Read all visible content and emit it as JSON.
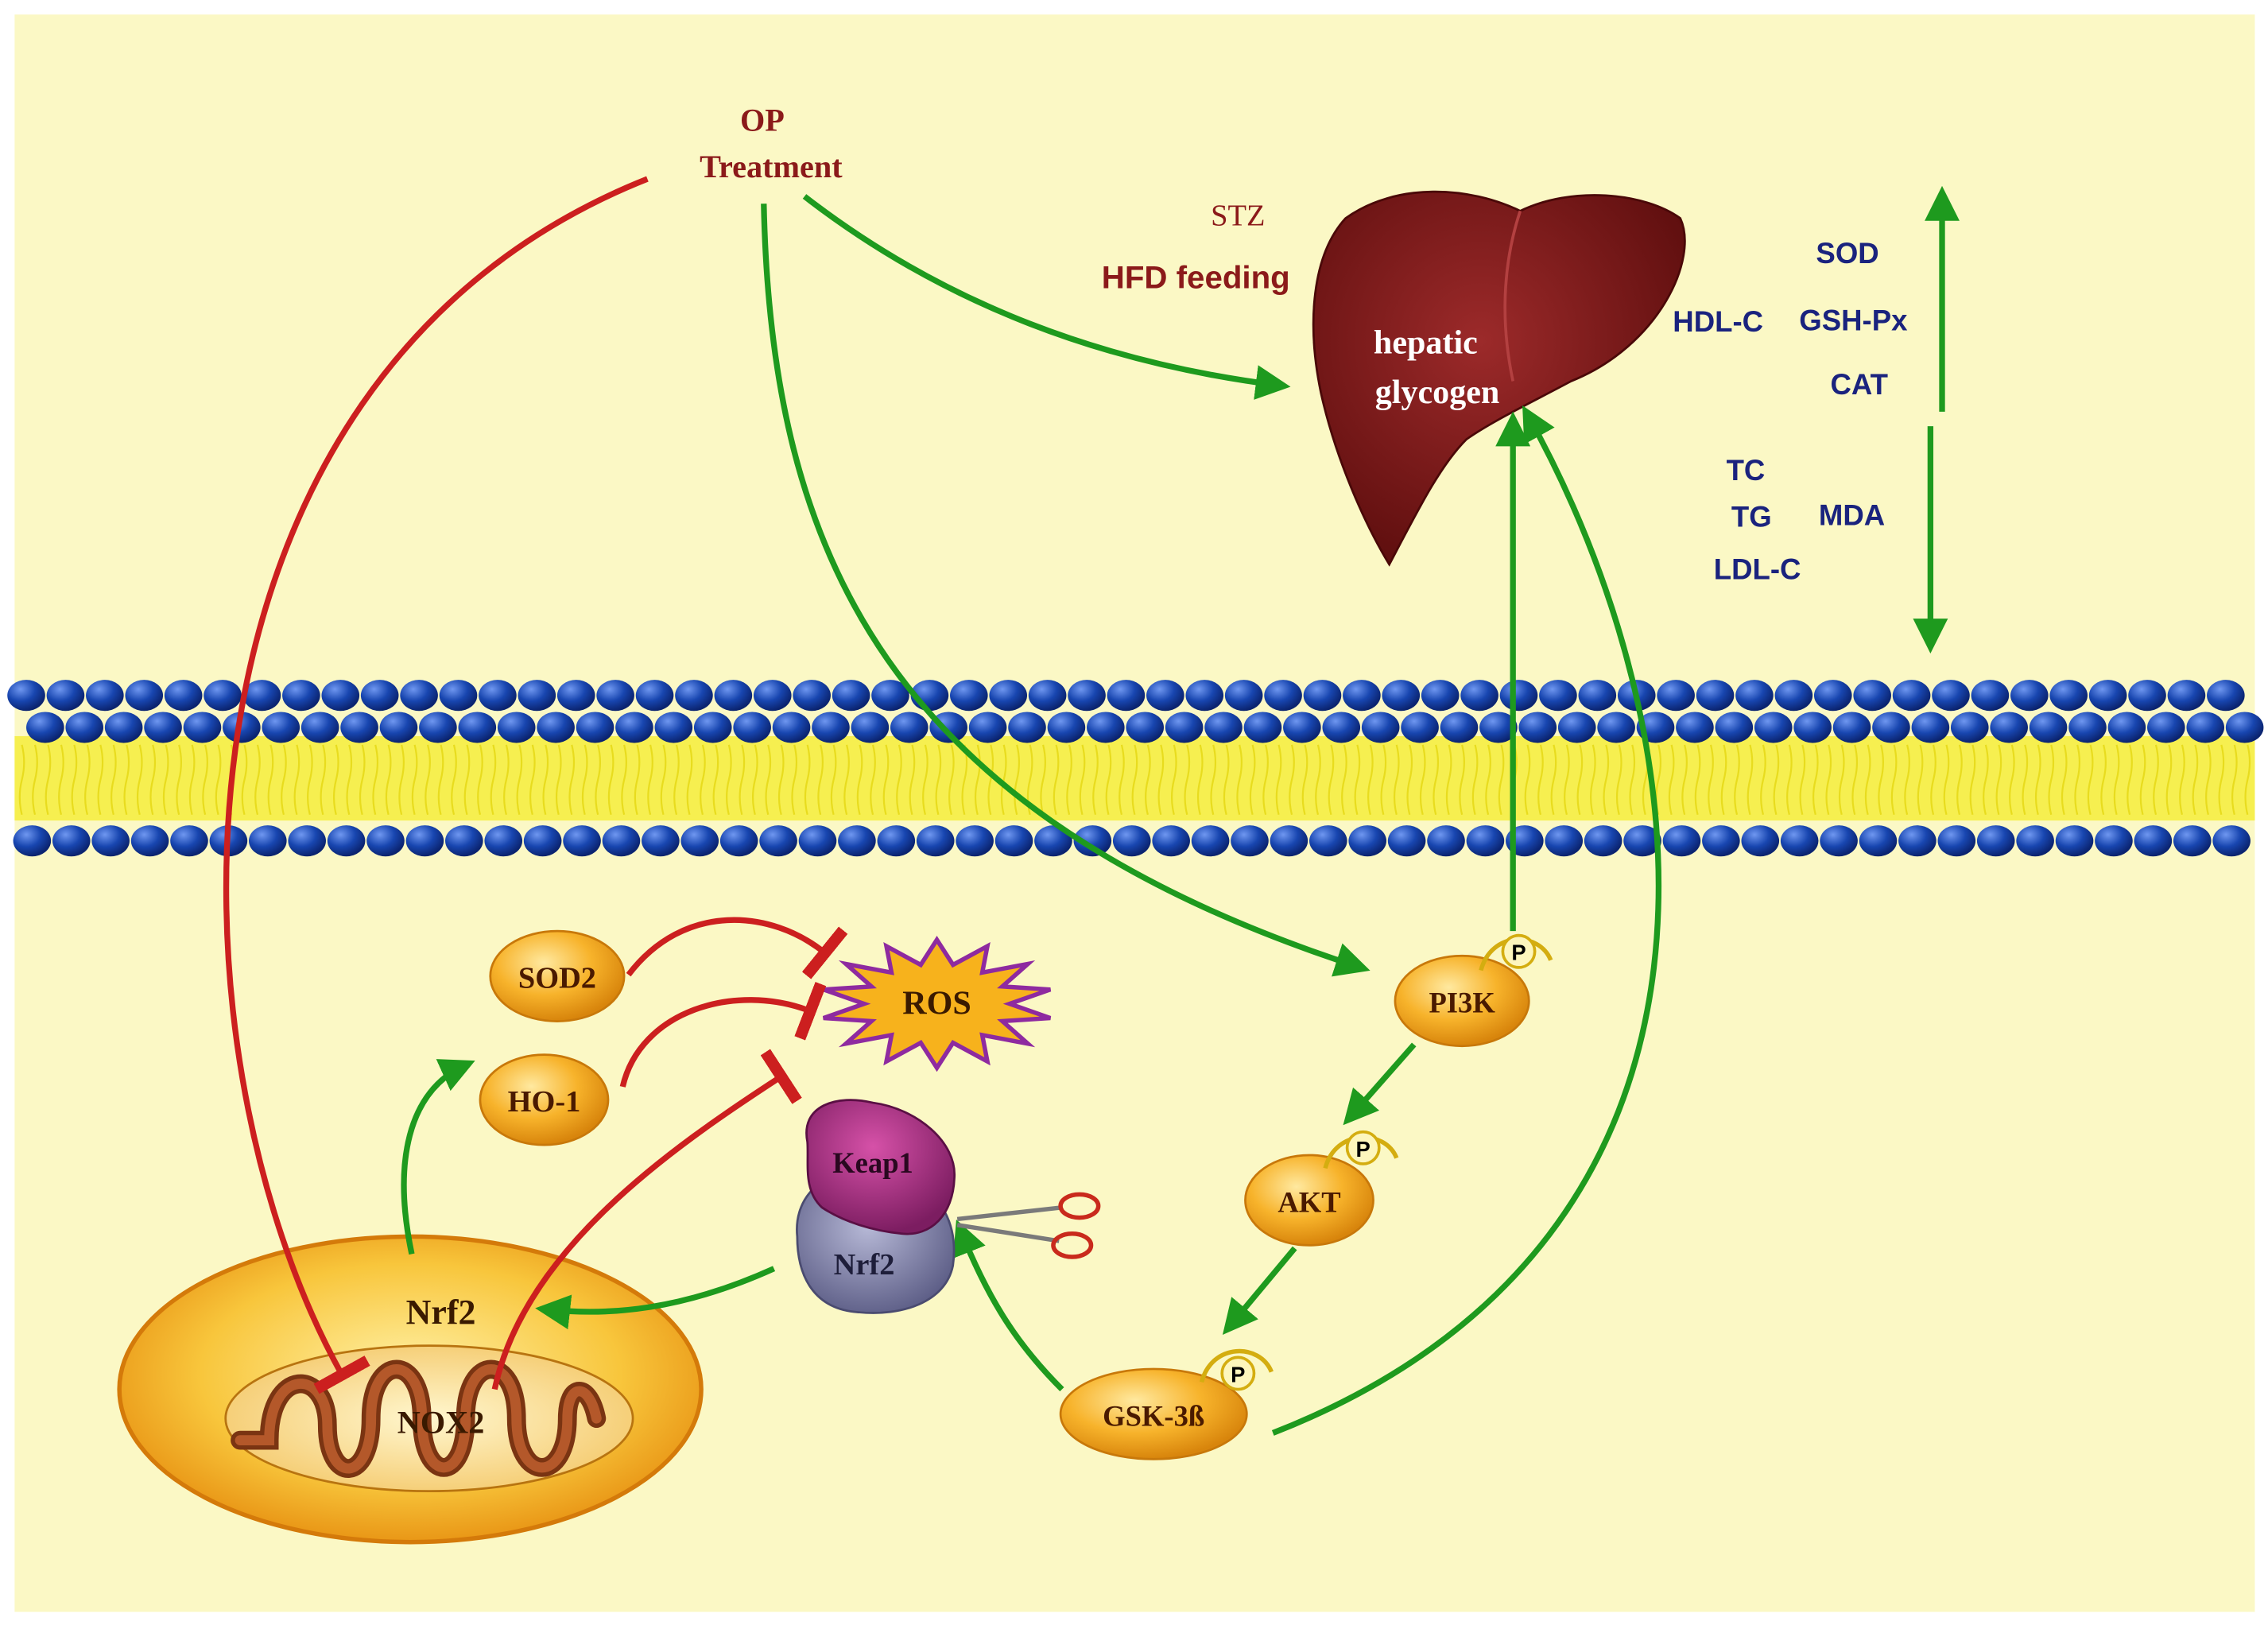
{
  "treatment": {
    "line1": "OP",
    "line2": "Treatment"
  },
  "inducers": {
    "stz": "STZ",
    "hfd": "HFD feeding"
  },
  "liver": {
    "line1": "hepatic",
    "line2": "glycogen"
  },
  "markers_up": {
    "sod": "SOD",
    "hdl": "HDL-C",
    "gshpx": "GSH-Px",
    "cat": "CAT"
  },
  "markers_down": {
    "tc": "TC",
    "tg": "TG",
    "mda": "MDA",
    "ldl": "LDL-C"
  },
  "nodes": {
    "sod2": "SOD2",
    "ho1": "HO-1",
    "ros": "ROS",
    "keap1": "Keap1",
    "nrf2_complex": "Nrf2",
    "nrf2_nucleus": "Nrf2",
    "nox2": "NOX2",
    "pi3k": "PI3K",
    "akt": "AKT",
    "gsk": "GSK-3ß",
    "phospho": "P"
  },
  "colors": {
    "background": "#fbf8c5",
    "activation": "#1e9a1e",
    "inhibition": "#cc1f1f",
    "node_orange": "#f2a21a",
    "liver": "#7a1414",
    "label_red": "#8b1a1a",
    "label_blue": "#1a237e",
    "membrane_blue": "#1846b0",
    "membrane_yellow": "#f4ec3c",
    "keap1": "#a3297d",
    "nrf2_gray": "#7f80a8",
    "ros_fill": "#f7b21c",
    "ros_border": "#8e2aa0"
  }
}
